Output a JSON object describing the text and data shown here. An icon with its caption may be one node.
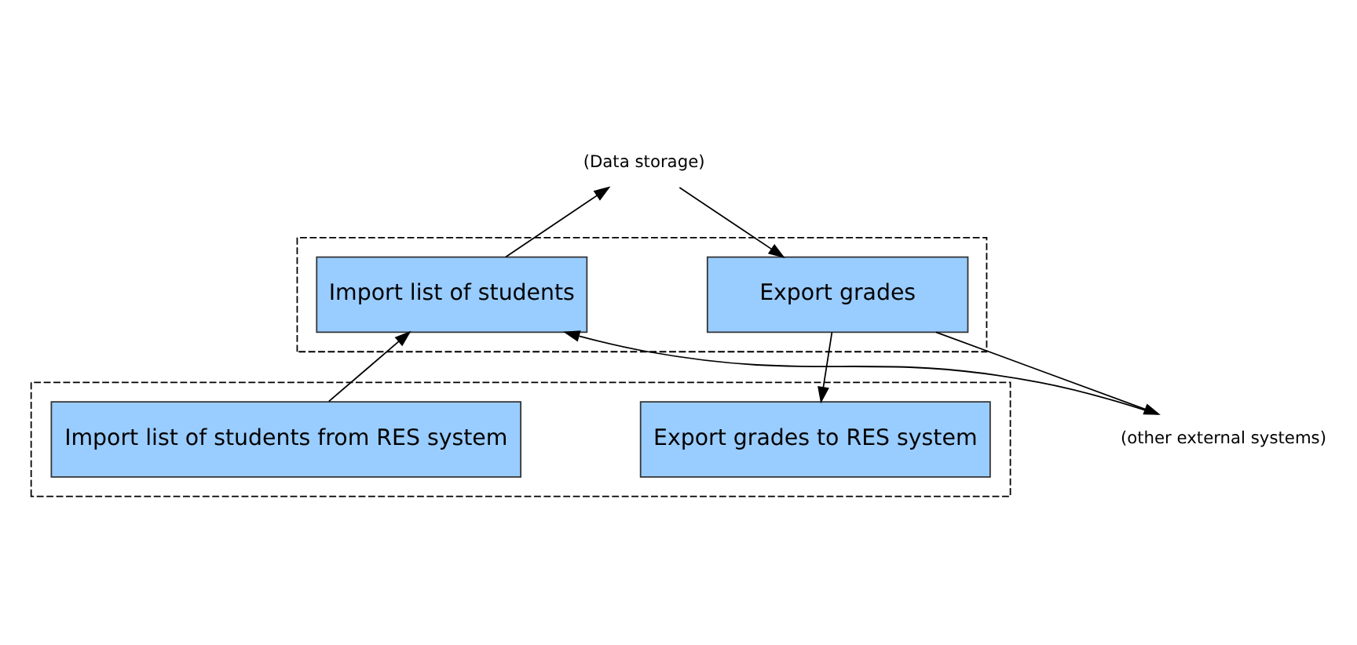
{
  "diagram": {
    "nodes": [
      {
        "text": [
          "(Data storage)"
        ]
      },
      {
        "text": [],
        "shape": "box"
      },
      {
        "text": [
          "Export grades"
        ],
        "in": 1
      },
      {
        "text": [
          "Import list of students"
        ],
        "in": 1
      },
      {
        "text": [],
        "shape": "box"
      },
      {
        "text": [
          "Export grades to RES system"
        ],
        "in": 4
      },
      {
        "text": [
          "Import list of students from RES system"
        ],
        "in": 4
      },
      {
        "text": [
          "(other external systems)"
        ]
      }
    ],
    "edges": [
      {
        "from": 0,
        "to": 2,
        "arrow": "to"
      },
      {
        "from": 3,
        "to": 0,
        "arrow": "to"
      },
      {
        "from": 2,
        "to": 5,
        "arrow": "to"
      },
      {
        "from": 2,
        "to": 7,
        "arrow": "to"
      },
      {
        "from": 7,
        "to": 3,
        "arrow": "to"
      },
      {
        "from": 6,
        "to": 3,
        "arrow": "to"
      }
    ]
  }
}
